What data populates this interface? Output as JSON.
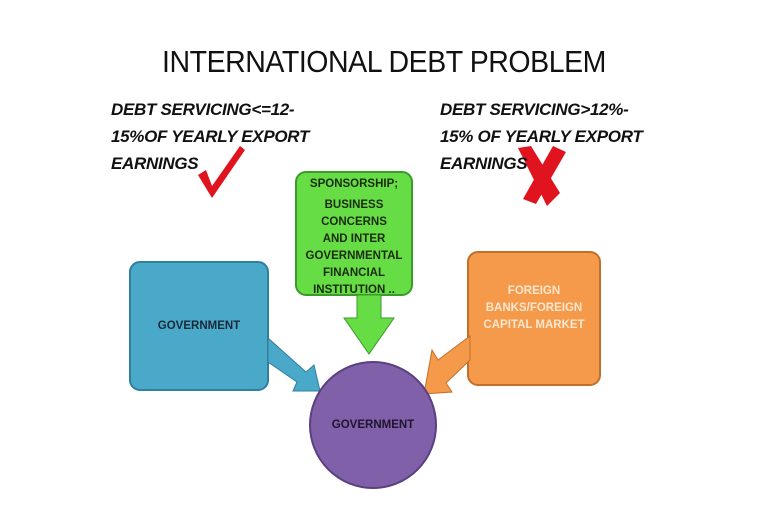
{
  "title": "INTERNATIONAL DEBT PROBLEM",
  "left_condition": {
    "lines": [
      "DEBT SERVICING<=12-",
      "15%OF YEARLY EXPORT",
      "EARNINGS"
    ],
    "icon": "check-mark-icon"
  },
  "right_condition": {
    "lines": [
      "DEBT SERVICING>12%-",
      "15% OF YEARLY EXPORT",
      "EARNINGS"
    ],
    "icon": "cross-mark-icon"
  },
  "nodes": {
    "sponsorship": {
      "heading": "SPONSORSHIP;",
      "lines": [
        "BUSINESS CONCERNS",
        "AND INTER",
        "GOVERNMENTAL",
        "FINANCIAL",
        "INSTITUTION .."
      ]
    },
    "lender_government": {
      "label": "GOVERNMENT"
    },
    "foreign_banks": {
      "lines": [
        "FOREIGN",
        "BANKS/FOREIGN",
        "CAPITAL MARKET"
      ]
    },
    "borrower_government": {
      "label": "GOVERNMENT"
    }
  },
  "colors": {
    "blue": "#4aa8c8",
    "green": "#66dd44",
    "orange": "#f59a4a",
    "purple": "#8060a8",
    "red": "#e0141e"
  }
}
